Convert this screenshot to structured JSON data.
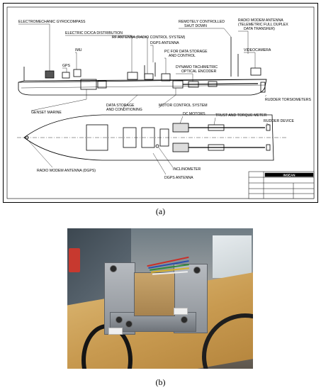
{
  "figure_a": {
    "labels": {
      "gyrocompass": "ELECTROMECHANIC GYROCOMPASS",
      "dc_ca": "ELECTRIC DC/CA DISTRIBUTION",
      "rf_antenna": "RF ANTENNA (RADIO CONTROL SYSTEM)",
      "remote_shutdown_1": "REMOTELY CONTROLLED",
      "remote_shutdown_2": "SHUT DOWN",
      "radio_modem_1": "RADIO MODEM ANTENNA",
      "radio_modem_2": "(TELEMETRIC FULL DUPLEX",
      "radio_modem_3": "DATA TRANSFER)",
      "dgps_antenna_top": "DGPS ANTENNA",
      "imu": "IMU",
      "pc_1": "PC FOR DATA STORAGE",
      "pc_2": "AND CONTROL",
      "videocamera": "VIDEOCAMERA",
      "gps": "GPS",
      "dynamo_1": "DYNAMO TACHIMETRIC",
      "dynamo_2": "OPTICAL ENCODER",
      "rudder_torsiometers": "RUDDER TORSIOMETERS",
      "genset": "GENSET MARINE",
      "data_storage_1": "DATA STORAGE",
      "data_storage_2": "AND CONDITIONING",
      "motor_control": "MOTOR CONTROL SYSTEM",
      "dc_motors": "DC MOTORS",
      "trust_torque": "TRUST AND TORQUE METER",
      "rudder_device": "RUDDER DEVICE",
      "radio_modem_dgps": "RADIO MODEM ANTENNA (DGPS)",
      "inclinometer": "INCLINOMETER",
      "dgps_antenna_bottom": "DGPS ANTENNA"
    },
    "title_block_logo": "INSEAN"
  },
  "captions": {
    "a": "(a)",
    "b": "(b)"
  }
}
